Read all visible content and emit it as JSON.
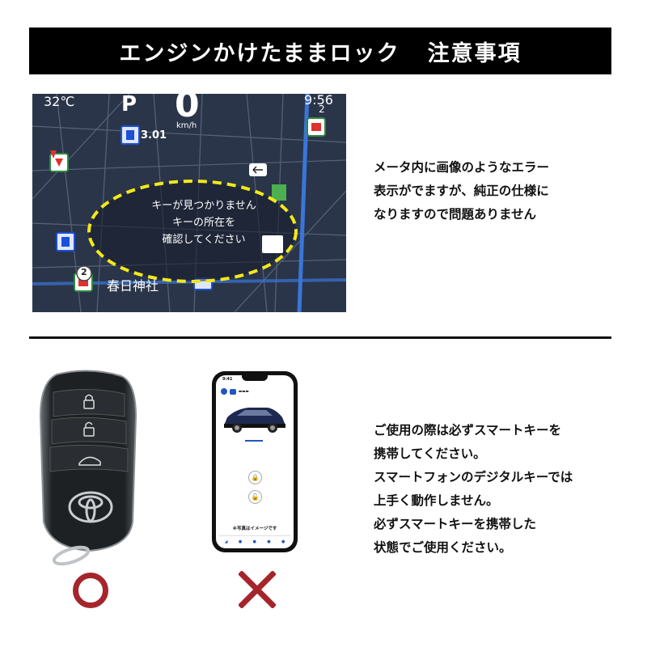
{
  "banner": {
    "title": "エンジンかけたままロック",
    "subtitle": "注意事項"
  },
  "meter_display": {
    "temperature": "32℃",
    "gear": "P",
    "speed": "0",
    "speed_unit": "km/h",
    "clock": "9:56",
    "distance": "3.01",
    "place_label": "春日神社",
    "route_number": "2",
    "route_number_top": "2",
    "error_lines": [
      "キーが見つかりません",
      "キーの所在を",
      "確認してください"
    ]
  },
  "description_top": [
    "メータ内に画像のようなエラー",
    "表示がでますが、純正の仕様に",
    "なりますので問題ありません"
  ],
  "phone_screen": {
    "time": "9:41",
    "note": "※写真はイメージです"
  },
  "marks": {
    "fob": "correct",
    "phone": "incorrect"
  },
  "description_bottom": [
    "ご使用の際は必ずスマートキーを",
    "携帯してください。",
    "スマートフォンのデジタルキーでは",
    "上手く動作しません。",
    "必ずスマートキーを携帯した",
    "状態でご使用ください。"
  ],
  "colors": {
    "banner_bg": "#000000",
    "mark_red": "#a4262c",
    "dash_yellow": "#f4e81a",
    "map_bg": "#2a3549"
  }
}
